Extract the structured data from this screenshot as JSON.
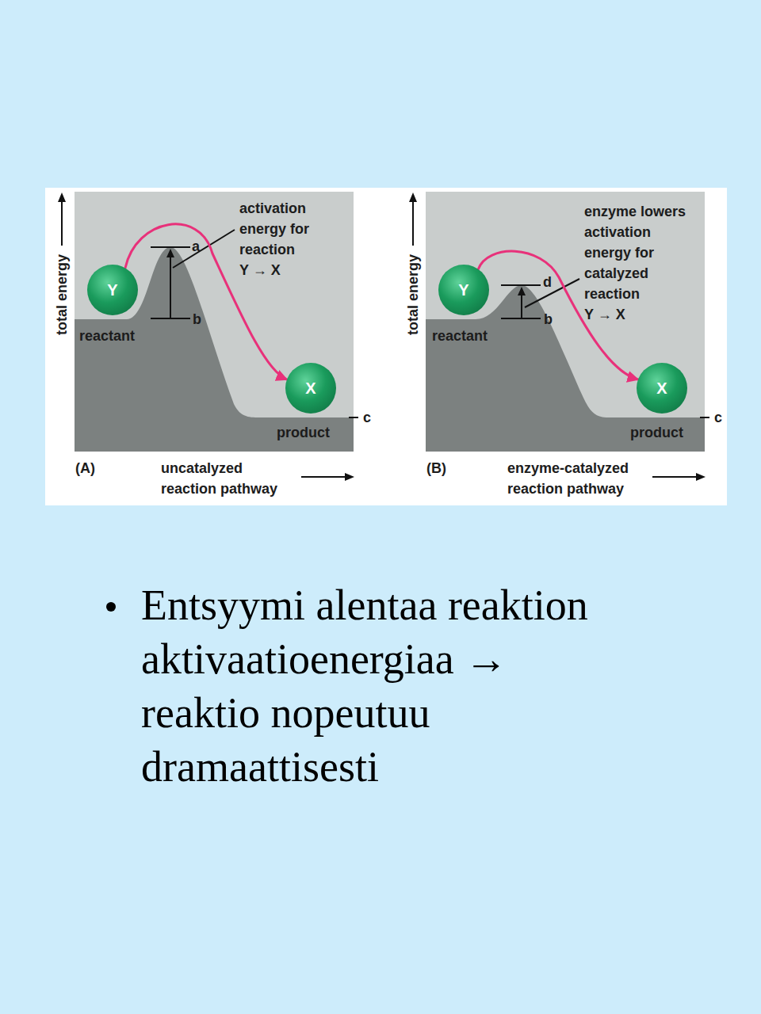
{
  "diagram": {
    "nodes": [
      {
        "text": [
          "Y"
        ]
      },
      {
        "text": [
          "X"
        ]
      },
      {
        "text": [
          "Y"
        ]
      },
      {
        "text": [
          "X"
        ]
      }
    ],
    "edges": [
      {
        "from": 0,
        "to": 1,
        "arrow": "to"
      },
      {
        "from": 2,
        "to": 3,
        "arrow": "to"
      }
    ],
    "labels": [
      "total energy",
      "activation energy for reaction",
      "Y → X",
      "a",
      "b",
      "reactant",
      "product",
      "c",
      "(A)",
      "uncatalyzed reaction pathway",
      "total energy",
      "enzyme lowers activation energy for catalyzed reaction",
      "Y → X",
      "d",
      "b",
      "reactant",
      "product",
      "c",
      "(B)",
      "enzyme-catalyzed reaction pathway",
      "Entsyymi alentaa reaktion aktivaatioenergiaa → reaktio nopeutuu dramaattisesti"
    ]
  }
}
